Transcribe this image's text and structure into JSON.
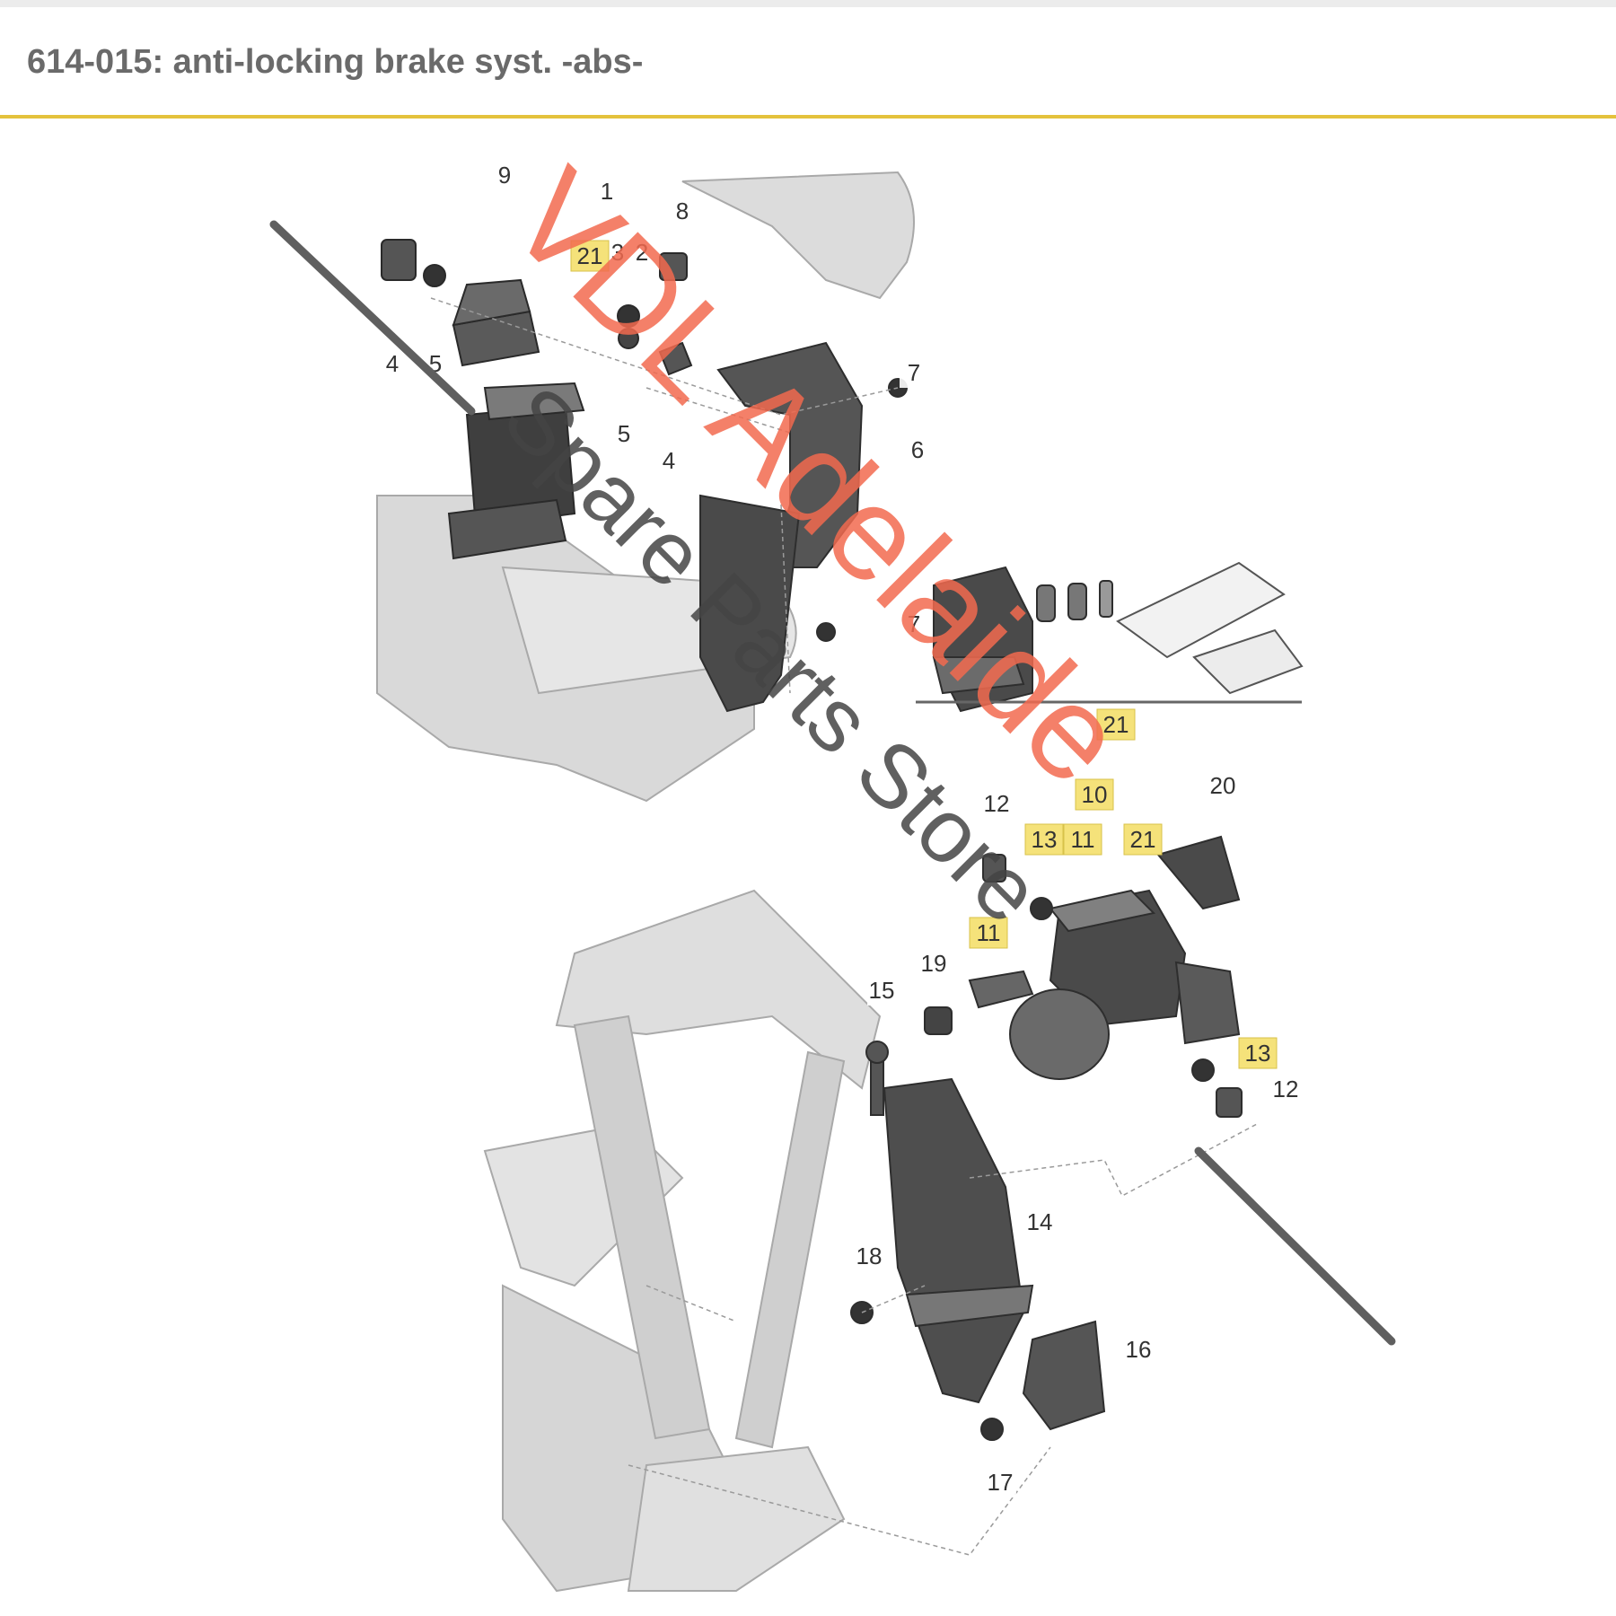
{
  "header": {
    "title": "614-015: anti-locking brake syst. -abs-",
    "rule_color": "#e4c23c"
  },
  "watermark": {
    "line1": "VDL Adelaide",
    "line2": "Spare Parts Store",
    "color1": "#f26a4f",
    "color2": "#444444"
  },
  "callouts": {
    "plain": [
      "1",
      "2",
      "3",
      "4",
      "4",
      "5",
      "5",
      "6",
      "7",
      "7",
      "8",
      "9",
      "12",
      "12",
      "14",
      "15",
      "16",
      "17",
      "18",
      "19",
      "20"
    ],
    "highlighted": [
      "21",
      "21",
      "10",
      "13",
      "11",
      "21",
      "11",
      "13"
    ],
    "highlight_color": "#f5e27a"
  }
}
